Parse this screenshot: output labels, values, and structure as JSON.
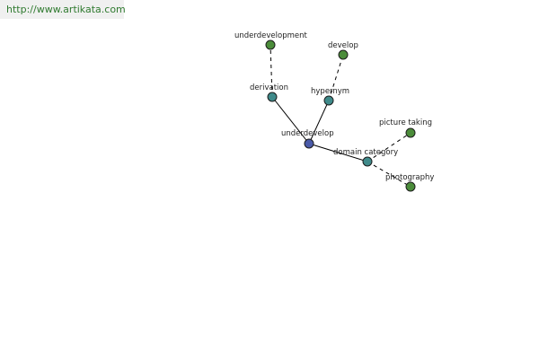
{
  "site": {
    "url": "http://www.artikata.com"
  },
  "graph": {
    "nodes": [
      {
        "id": "root",
        "label": "underdevelop",
        "kind": "root"
      },
      {
        "id": "derivation",
        "label": "derivation",
        "kind": "relation"
      },
      {
        "id": "hypernym",
        "label": "hypernym",
        "kind": "relation"
      },
      {
        "id": "domain",
        "label": "domain category",
        "kind": "relation"
      },
      {
        "id": "underdevelopment",
        "label": "underdevelopment",
        "kind": "leaf"
      },
      {
        "id": "develop",
        "label": "develop",
        "kind": "leaf"
      },
      {
        "id": "picture",
        "label": "picture taking",
        "kind": "leaf"
      },
      {
        "id": "photography",
        "label": "photography",
        "kind": "leaf"
      }
    ],
    "edges": [
      {
        "from": "root",
        "to": "derivation",
        "style": "solid"
      },
      {
        "from": "root",
        "to": "hypernym",
        "style": "solid"
      },
      {
        "from": "root",
        "to": "domain",
        "style": "solid"
      },
      {
        "from": "derivation",
        "to": "underdevelopment",
        "style": "dashed"
      },
      {
        "from": "hypernym",
        "to": "develop",
        "style": "dashed"
      },
      {
        "from": "domain",
        "to": "picture",
        "style": "dashed"
      },
      {
        "from": "domain",
        "to": "photography",
        "style": "dashed"
      }
    ]
  }
}
